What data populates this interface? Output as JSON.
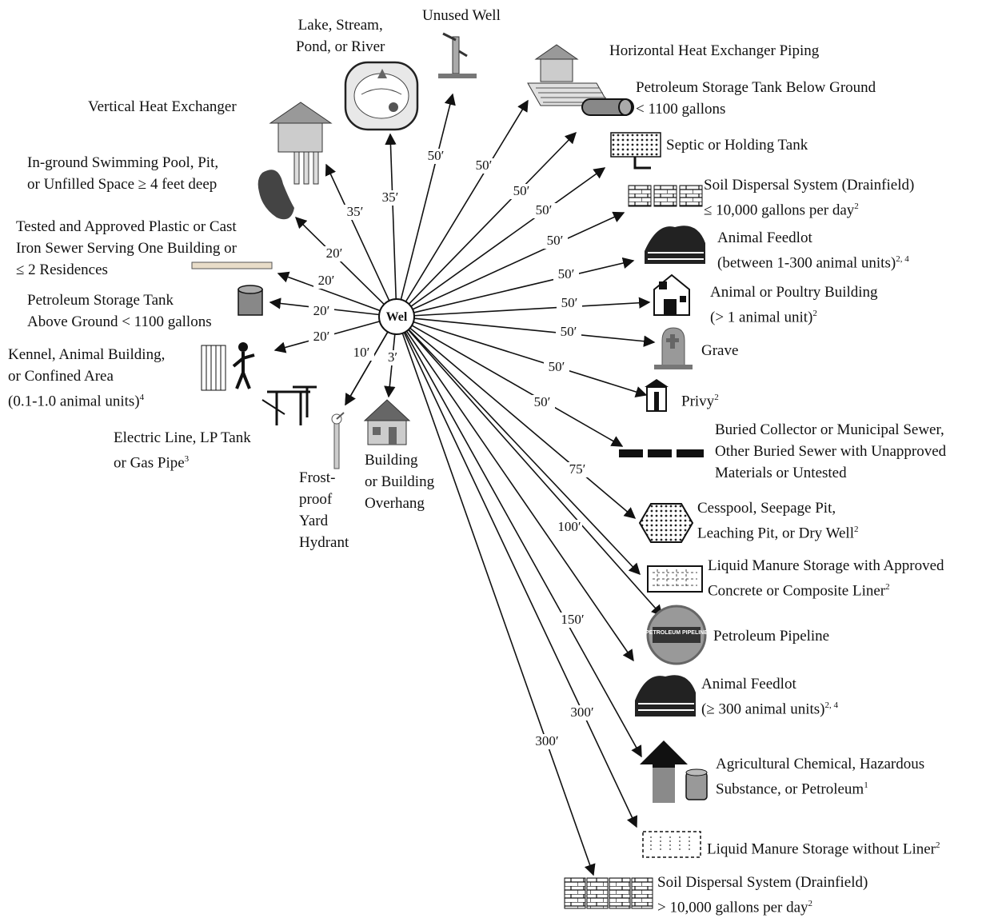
{
  "center": {
    "label": "Wel"
  },
  "left_sources": [
    {
      "id": "vertical",
      "label": "Vertical Heat Exchanger",
      "distance": "35′",
      "icon": "house-vertical-heat-exchanger-icon"
    },
    {
      "id": "lake",
      "label": "Lake, Stream,\nPond, or River",
      "distance": "35′",
      "icon": "lake-pond-icon"
    },
    {
      "id": "pool",
      "label": "In-ground Swimming Pool, Pit,\nor Unfilled Space ≥ 4 feet deep",
      "distance": "20′",
      "icon": "swimming-pool-icon"
    },
    {
      "id": "plastic-sewer",
      "label": "Tested and Approved Plastic or Cast\nIron Sewer Serving One Building or\n≤ 2 Residences",
      "distance": "20′",
      "icon": "sewer-pipe-icon"
    },
    {
      "id": "petroleum-above",
      "label": "Petroleum Storage Tank\nAbove Ground < 1100 gallons",
      "distance": "20′",
      "icon": "above-ground-tank-icon"
    },
    {
      "id": "kennel",
      "label": "Kennel, Animal Building,\nor Confined Area\n(0.1-1.0 animal units)",
      "sup": "4",
      "distance": "20′",
      "icon": "kennel-icon"
    },
    {
      "id": "electric",
      "label": "Electric Line, LP Tank\nor Gas Pipe",
      "sup": "3",
      "distance": "10′",
      "icon": "utility-pole-icon"
    },
    {
      "id": "hydrant",
      "label": "Frost-\nproof\nYard\nHydrant",
      "distance": "10′",
      "icon": "yard-hydrant-icon"
    },
    {
      "id": "building",
      "label": "Building\nor Building\nOverhang",
      "distance": "3′",
      "icon": "building-icon"
    }
  ],
  "right_sources": [
    {
      "id": "unused-well",
      "label": "Unused Well",
      "distance": "50′",
      "icon": "hand-pump-icon"
    },
    {
      "id": "horizontal",
      "label": "Horizontal Heat Exchanger Piping",
      "distance": "50′",
      "icon": "house-horizontal-piping-icon"
    },
    {
      "id": "petro-below",
      "label": "Petroleum Storage Tank Below Ground\n< 1100 gallons",
      "distance": "50′",
      "icon": "buried-tank-icon"
    },
    {
      "id": "septic",
      "label": "Septic or Holding Tank",
      "distance": "50′",
      "icon": "septic-tank-icon"
    },
    {
      "id": "drainfield-small",
      "label": "Soil Dispersal System (Drainfield)\n≤ 10,000 gallons per day",
      "sup": "2",
      "distance": "50′",
      "icon": "drainfield-icon"
    },
    {
      "id": "feedlot-small",
      "label": "Animal Feedlot\n(between 1-300 animal units)",
      "sup": "2, 4",
      "distance": "50′",
      "icon": "feedlot-icon"
    },
    {
      "id": "poultry",
      "label": "Animal or Poultry Building\n(> 1 animal unit)",
      "sup": "2",
      "distance": "50′",
      "icon": "barn-icon"
    },
    {
      "id": "grave",
      "label": "Grave",
      "distance": "50′",
      "icon": "gravestone-icon"
    },
    {
      "id": "privy",
      "label": "Privy",
      "sup": "2",
      "distance": "50′",
      "icon": "outhouse-icon"
    },
    {
      "id": "municipal-sewer",
      "label": "Buried Collector or Municipal Sewer,\nOther Buried Sewer with Unapproved\nMaterials or Untested",
      "distance": "50′",
      "icon": "buried-sewer-icon"
    },
    {
      "id": "cesspool",
      "label": "Cesspool, Seepage Pit,\nLeaching Pit, or Dry Well",
      "sup": "2",
      "distance": "75′",
      "icon": "cesspool-icon"
    },
    {
      "id": "manure-lined",
      "label": "Liquid Manure Storage with Approved\nConcrete or Composite Liner",
      "sup": "2",
      "distance": "100′",
      "icon": "manure-storage-lined-icon"
    },
    {
      "id": "pipeline",
      "label": "Petroleum Pipeline",
      "distance": "100′",
      "icon": "petroleum-pipeline-icon",
      "badge": "PETROLEUM PIPELINE"
    },
    {
      "id": "feedlot-large",
      "label": "Animal Feedlot\n(≥ 300 animal units)",
      "sup": "2, 4",
      "distance": "100′",
      "icon": "feedlot-large-icon"
    },
    {
      "id": "ag-chem",
      "label": "Agricultural Chemical, Hazardous\nSubstance, or Petroleum",
      "sup": "1",
      "distance": "150′",
      "icon": "chemical-storage-icon"
    },
    {
      "id": "manure-unlined",
      "label": "Liquid Manure Storage without Liner",
      "sup": "2",
      "distance": "300′",
      "icon": "manure-storage-unlined-icon"
    },
    {
      "id": "drainfield-large",
      "label": "Soil Dispersal System (Drainfield)\n> 10,000 gallons per day",
      "sup": "2",
      "distance": "300′",
      "icon": "drainfield-large-icon"
    }
  ],
  "colors": {
    "ink": "#111111",
    "tank_gray": "#777777",
    "arrow_gray": "#8a8a8a"
  }
}
